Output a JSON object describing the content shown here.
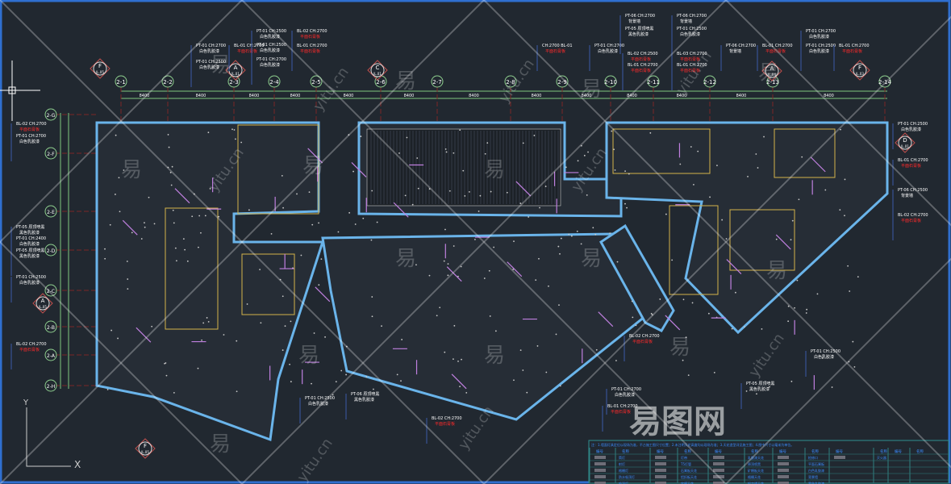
{
  "viewport": {
    "frame_color": "#2f6fd0",
    "background": "#212830"
  },
  "grid_axes": [
    "2-1",
    "2-2",
    "2-3",
    "2-4",
    "2-5",
    "2-6",
    "2-7",
    "2-8",
    "2-9",
    "2-10",
    "2-11",
    "2-12",
    "2-13",
    "2-14"
  ],
  "row_axes": [
    "2-G",
    "2-F",
    "2-E",
    "2-D",
    "2-C",
    "2-B",
    "2-A",
    "2-H"
  ],
  "section_marks": [
    {
      "letter": "F",
      "sheet": "IL.05"
    },
    {
      "letter": "A",
      "sheet": "IL.01"
    },
    {
      "letter": "C",
      "sheet": "IL.01"
    },
    {
      "letter": "A",
      "sheet": "IL.04"
    },
    {
      "letter": "F",
      "sheet": "IL.03"
    },
    {
      "letter": "D",
      "sheet": "IL.01"
    },
    {
      "letter": "A",
      "sheet": "IL.05"
    },
    {
      "letter": "F",
      "sheet": "IL.05"
    }
  ],
  "dimensions": [
    "8400",
    "8400",
    "8400",
    "8400",
    "8400",
    "8400",
    "8400",
    "8400",
    "8400",
    "8400",
    "8400",
    "8400",
    "8400"
  ],
  "tags": [
    {
      "code": "PT-01 CH:2500",
      "note": "白色乳胶漆",
      "red": false
    },
    {
      "code": "BL-02 CH:2700",
      "note": "平面石膏板",
      "red": true
    },
    {
      "code": "PT-01 CH:2700",
      "note": "白色乳胶漆",
      "red": false
    },
    {
      "code": "BL-01 CH:2700",
      "note": "平面石膏板",
      "red": true
    },
    {
      "code": "PT-01 CH:2500",
      "note": "白色乳胶漆",
      "red": false
    },
    {
      "code": "PT-01 CH:2700",
      "note": "白色乳胶漆",
      "red": false
    },
    {
      "code": "PT-01 CH:2500",
      "note": "白色乳胶漆",
      "red": false
    },
    {
      "code": "BL-01 CH:2700",
      "note": "平面石膏板",
      "red": true
    },
    {
      "code": "CH:2700 BL-01",
      "note": "平面石膏板",
      "red": true
    },
    {
      "code": "PT-01 CH:2700",
      "note": "白色乳胶漆",
      "red": false
    },
    {
      "code": "PT-06 CH:2700",
      "note": "背景墙",
      "red": false
    },
    {
      "code": "PT-05 原顶喷黑",
      "note": "黑色乳胶漆",
      "red": false
    },
    {
      "code": "BL-02 CH:2500",
      "note": "平面石膏板",
      "red": true
    },
    {
      "code": "BL-01 CH:2700",
      "note": "平面石膏板",
      "red": true
    },
    {
      "code": "PT-06 CH:2700",
      "note": "背景墙",
      "red": false
    },
    {
      "code": "PT-01 CH:2500",
      "note": "白色乳胶漆",
      "red": false
    },
    {
      "code": "BL-03 CH:2700",
      "note": "平面石膏板",
      "red": true
    },
    {
      "code": "BL-01 CH:2700",
      "note": "平面石膏板",
      "red": true
    },
    {
      "code": "PT-06 CH:2700",
      "note": "背景墙",
      "red": false
    },
    {
      "code": "BL-01 CH:2700",
      "note": "平面石膏板",
      "red": true
    },
    {
      "code": "PT-01 CH:2700",
      "note": "白色乳胶漆",
      "red": false
    },
    {
      "code": "PT-01 CH:2500",
      "note": "白色乳胶漆",
      "red": false
    },
    {
      "code": "BL-01 CH:2700",
      "note": "平面石膏板",
      "red": true
    },
    {
      "code": "BL-02 CH:2700",
      "note": "平面石膏板",
      "red": true
    },
    {
      "code": "PT-01 CH:2700",
      "note": "白色乳胶漆",
      "red": false
    },
    {
      "code": "PT-05 原顶喷黑",
      "note": "黑色乳胶漆",
      "red": false
    },
    {
      "code": "PT-01 CH:2400",
      "note": "白色乳胶漆",
      "red": false
    },
    {
      "code": "PT-05 原顶喷黑",
      "note": "黑色乳胶漆",
      "red": false
    },
    {
      "code": "PT-01 CH:2500",
      "note": "白色乳胶漆",
      "red": false
    },
    {
      "code": "BL-02 CH:2700",
      "note": "平面石膏板",
      "red": true
    },
    {
      "code": "PT-01 CH:2500",
      "note": "白色乳胶漆",
      "red": false
    },
    {
      "code": "BL-01 CH:2700",
      "note": "平面石膏板",
      "red": true
    },
    {
      "code": "PT-06 CH:2500",
      "note": "背景墙",
      "red": false
    },
    {
      "code": "BL-02 CH:2700",
      "note": "平面石膏板",
      "red": true
    },
    {
      "code": "PT-01 CH:2500",
      "note": "白色乳胶漆",
      "red": false
    },
    {
      "code": "PT-05 原顶喷黑",
      "note": "黑色乳胶漆",
      "red": false
    },
    {
      "code": "BL-02 CH:2700",
      "note": "平面石膏板",
      "red": true
    },
    {
      "code": "PT-01 CH:2700",
      "note": "白色乳胶漆",
      "red": false
    },
    {
      "code": "BL-01 CH:2700",
      "note": "平面石膏板",
      "red": true
    },
    {
      "code": "PT-01 CH:2500",
      "note": "白色乳胶漆",
      "red": false
    },
    {
      "code": "PT-06 原顶喷黑",
      "note": "黑色乳胶漆",
      "red": false
    },
    {
      "code": "BL-02 CH:2700",
      "note": "平面石膏板",
      "red": true
    }
  ],
  "legend": {
    "note": "注：1.墙面灯具定位以现场为准，不占施工图尺寸位置；2.未注明天花高度均以现场为准；3.天花造型详见施工图；4.图中尺寸以毫米为单位。",
    "headers": [
      "编号",
      "名称",
      "编号",
      "名称",
      "编号",
      "名称",
      "编号",
      "名称",
      "编号",
      "名称",
      "编号",
      "名称"
    ],
    "items": [
      "筒灯",
      "射灯",
      "格栅灯",
      "防水吸顶灯",
      "吸顶灯",
      "灯带",
      "T5灯管",
      "石膏板天花",
      "铝扣板天花",
      "软膜天花",
      "乳胶漆天花",
      "原顶喷黑",
      "矿棉板天花",
      "格栅天花",
      "铝方通天花",
      "检修口",
      "平面石膏板",
      "白色乳胶漆",
      "背景墙",
      "黑色乳胶漆",
      "灭火器"
    ]
  },
  "watermark": {
    "logo": "易图网",
    "site": "yitu.cn",
    "glyph": "易"
  },
  "ucs": {
    "x": "X",
    "y": "Y"
  }
}
